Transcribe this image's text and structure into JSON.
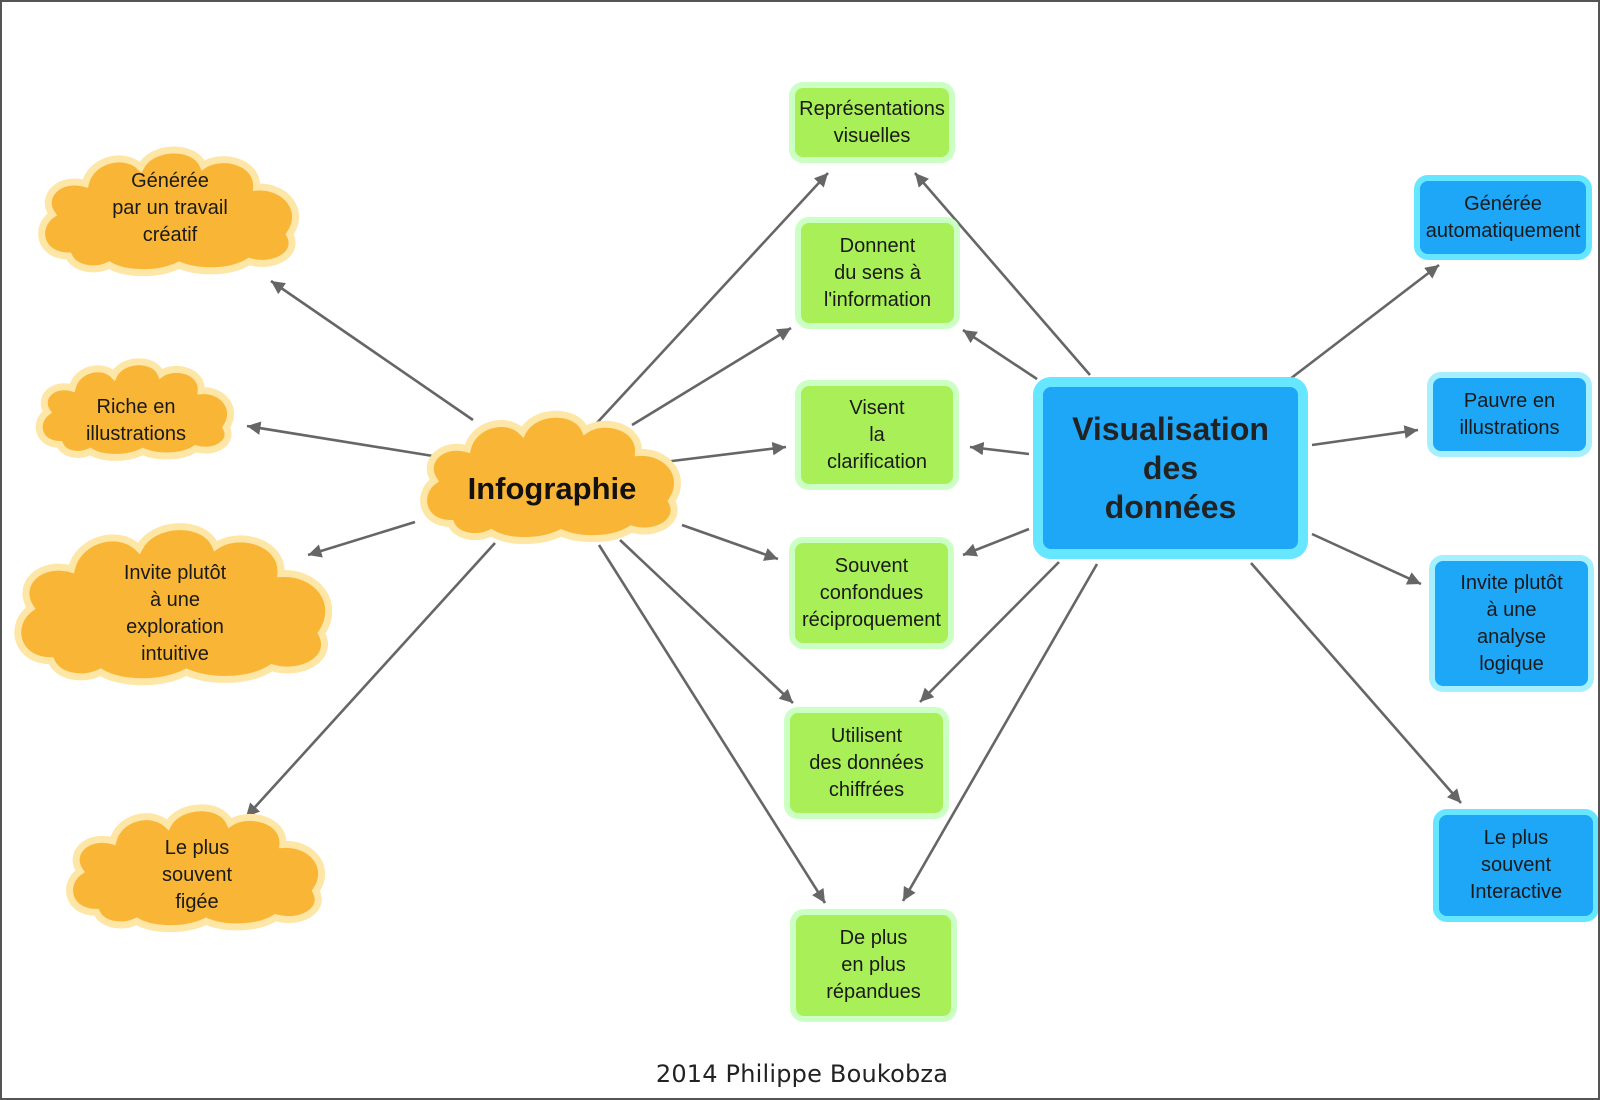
{
  "colors": {
    "cloud_fill": "#f9b536",
    "cloud_halo": "#fde6a6",
    "green_fill": "#a9ef57",
    "green_halo": "#ccffc4",
    "blue_fill": "#1ea6f7",
    "blue_halo": "#66e6ff",
    "arrow": "#666666"
  },
  "hubs": {
    "infographie": "Infographie",
    "visualisation": "Visualisation\ndes\ndonnées"
  },
  "infographie_traits": [
    "Générée\npar un travail\ncréatif",
    "Riche en\nillustrations",
    "Invite plutôt\nà une\nexploration\nintuitive",
    "Le plus\nsouvent\nfigée"
  ],
  "shared_traits": [
    "Représentations\nvisuelles",
    "Donnent\ndu sens à\nl'information",
    "Visent\nla\nclarification",
    "Souvent\nconfondues\nréciproquement",
    "Utilisent\ndes données\nchiffrées",
    "De plus\nen plus\nrépandues"
  ],
  "visualisation_traits": [
    "Générée\nautomatiquement",
    "Pauvre en\nillustrations",
    "Invite plutôt\nà une\nanalyse\nlogique",
    "Le plus\nsouvent\nInteractive"
  ],
  "edges": [
    {
      "from": "infographie",
      "to": "infographie_traits.0"
    },
    {
      "from": "infographie",
      "to": "infographie_traits.1"
    },
    {
      "from": "infographie",
      "to": "infographie_traits.2"
    },
    {
      "from": "infographie",
      "to": "infographie_traits.3"
    },
    {
      "from": "infographie",
      "to": "shared_traits.0"
    },
    {
      "from": "infographie",
      "to": "shared_traits.1"
    },
    {
      "from": "infographie",
      "to": "shared_traits.2"
    },
    {
      "from": "infographie",
      "to": "shared_traits.3"
    },
    {
      "from": "infographie",
      "to": "shared_traits.4"
    },
    {
      "from": "infographie",
      "to": "shared_traits.5"
    },
    {
      "from": "visualisation",
      "to": "shared_traits.0"
    },
    {
      "from": "visualisation",
      "to": "shared_traits.1"
    },
    {
      "from": "visualisation",
      "to": "shared_traits.2"
    },
    {
      "from": "visualisation",
      "to": "shared_traits.3"
    },
    {
      "from": "visualisation",
      "to": "shared_traits.4"
    },
    {
      "from": "visualisation",
      "to": "shared_traits.5"
    },
    {
      "from": "visualisation",
      "to": "visualisation_traits.0"
    },
    {
      "from": "visualisation",
      "to": "visualisation_traits.1"
    },
    {
      "from": "visualisation",
      "to": "visualisation_traits.2"
    },
    {
      "from": "visualisation",
      "to": "visualisation_traits.3"
    }
  ],
  "footer": "2014 Philippe Boukobza"
}
